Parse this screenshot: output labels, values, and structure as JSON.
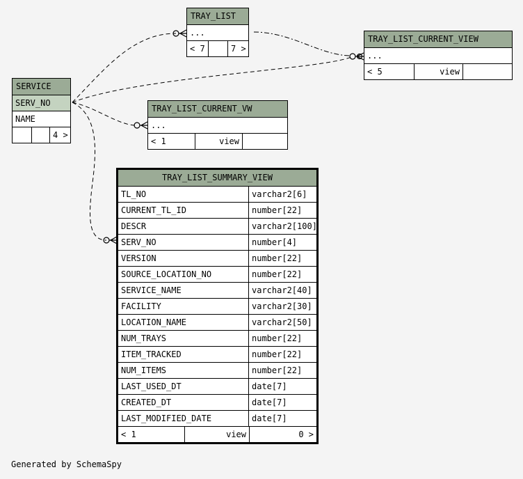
{
  "tables": {
    "tray_list": {
      "name": "TRAY_LIST",
      "row": "...",
      "footer": [
        "< 7",
        "",
        "7 >"
      ]
    },
    "tray_list_current_view": {
      "name": "TRAY_LIST_CURRENT_VIEW",
      "row": "...",
      "footer": [
        "< 5",
        "view",
        ""
      ]
    },
    "service": {
      "name": "SERVICE",
      "rows": [
        "SERV_NO",
        "NAME"
      ],
      "footer": [
        "",
        "",
        "4 >"
      ]
    },
    "tray_list_current_vw": {
      "name": "TRAY_LIST_CURRENT_VW",
      "row": "...",
      "footer": [
        "< 1",
        "view",
        ""
      ]
    },
    "tray_list_summary_view": {
      "name": "TRAY_LIST_SUMMARY_VIEW",
      "columns": [
        {
          "name": "TL_NO",
          "type": "varchar2[6]"
        },
        {
          "name": "CURRENT_TL_ID",
          "type": "number[22]"
        },
        {
          "name": "DESCR",
          "type": "varchar2[100]"
        },
        {
          "name": "SERV_NO",
          "type": "number[4]"
        },
        {
          "name": "VERSION",
          "type": "number[22]"
        },
        {
          "name": "SOURCE_LOCATION_NO",
          "type": "number[22]"
        },
        {
          "name": "SERVICE_NAME",
          "type": "varchar2[40]"
        },
        {
          "name": "FACILITY",
          "type": "varchar2[30]"
        },
        {
          "name": "LOCATION_NAME",
          "type": "varchar2[50]"
        },
        {
          "name": "NUM_TRAYS",
          "type": "number[22]"
        },
        {
          "name": "ITEM_TRACKED",
          "type": "number[22]"
        },
        {
          "name": "NUM_ITEMS",
          "type": "number[22]"
        },
        {
          "name": "LAST_USED_DT",
          "type": "date[7]"
        },
        {
          "name": "CREATED_DT",
          "type": "date[7]"
        },
        {
          "name": "LAST_MODIFIED_DATE",
          "type": "date[7]"
        }
      ],
      "footer": [
        "< 1",
        "view",
        "0 >"
      ]
    }
  },
  "footer_text": "Generated by SchemaSpy",
  "colors": {
    "header": "#9bab96",
    "selected": "#c4d3c0",
    "background": "#f4f4f4"
  }
}
